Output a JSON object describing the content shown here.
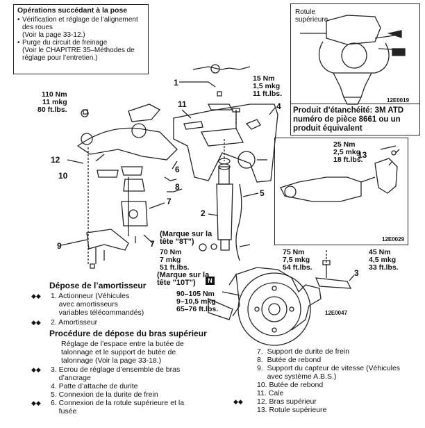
{
  "notes": {
    "title": "Opérations succédant à la pose",
    "items": [
      {
        "bullet": "•",
        "text": "Vérification et réglage de l’alignement\ndes roues\n(Voir la page 33-12.)"
      },
      {
        "bullet": "•",
        "text": "Purge du circuit de freinage\n(Voir le CHAPITRE 35–Méthodes de\nréglage pour l’entretien.)"
      }
    ]
  },
  "inset_top": {
    "label": "Rotule\nsupérieure",
    "code": "12E0019",
    "caption": "Produit d’étanchéité: 3M ATD\nnuméro de pièce 8661 ou un\nproduit équivalent"
  },
  "inset_mid": {
    "torque": "25 Nm\n2,5 mkg\n18 ft.lbs.",
    "part": "13",
    "code": "12E0029"
  },
  "torques": {
    "t15": "15 Nm\n1,5 mkg\n11 ft.lbs.",
    "t110": "110 Nm\n11 mkg\n80 ft.lbs.",
    "t70": "70 Nm\n7 mkg\n51 ft.lbs.",
    "t75": "75 Nm\n7,5 mkg\n54 ft.lbs.",
    "t45": "45 Nm\n4,5 mkg\n33 ft.lbs.",
    "t90": "90–105 Nm\n9–10,5 mkg\n65–76 ft.lbs."
  },
  "marks": {
    "m8t": "(Marque sur la\ntête \"8T\")",
    "m10t": "(Marque sur la\ntête \"10T\")",
    "n_icon": "N"
  },
  "callouts": [
    "1",
    "2",
    "3",
    "4",
    "5",
    "6",
    "7",
    "7",
    "8",
    "9",
    "10",
    "11",
    "12"
  ],
  "main_code": "12E0047",
  "removal": {
    "shock_title": "Dépose de l’amortisseur",
    "shock_items": [
      {
        "sym": "◆◆",
        "text": "1. Actionneur (Véhicules\n    avec amortisseurs\n    variables télécommandés)"
      },
      {
        "sym": "◆◆",
        "text": "2. Amortisseur"
      }
    ],
    "arm_title": "Procédure de dépose du bras supérieur",
    "arm_intro": "Réglage de l’espace entre la butée de\ntalonnage et le support de butée de\ntalonnage (Voir la page 33-18.)",
    "arm_items": [
      {
        "sym": "◆◆",
        "text": "3. Ecrou de réglage d’ensemble de bras\n    d’ancrage"
      },
      {
        "sym": "",
        "text": "4. Patte d’attache de durite"
      },
      {
        "sym": "",
        "text": "5. Connexion de la durite de frein"
      },
      {
        "sym": "◆◆",
        "text": "6. Connexion de la rotule supérieure et la\n    fusée"
      }
    ],
    "right_items": [
      {
        "sym": "",
        "text": "7.  Support de durite de frein"
      },
      {
        "sym": "",
        "text": "8.  Butée de rebond"
      },
      {
        "sym": "",
        "text": "9.  Support du capteur de vitesse (Véhicules\n     avec système A.B.S.)"
      },
      {
        "sym": "",
        "text": "10. Butée de rebond"
      },
      {
        "sym": "",
        "text": "11. Cale"
      },
      {
        "sym": "◆◆",
        "text": "12. Bras supérieur"
      },
      {
        "sym": "",
        "text": "13. Rotule supérieure"
      }
    ]
  }
}
